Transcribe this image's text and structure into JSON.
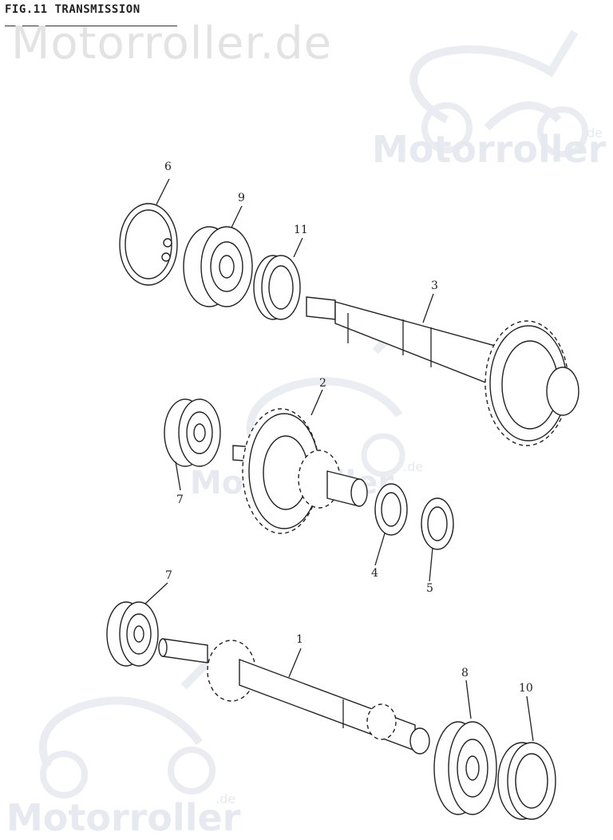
{
  "figure": {
    "title": "FIG.11 TRANSMISSION"
  },
  "watermarks": {
    "top_text": "Motorroller.de",
    "brand": "Motorroller",
    "suffix": ".de"
  },
  "callouts": {
    "c1": "1",
    "c2": "2",
    "c3": "3",
    "c4": "4",
    "c5": "5",
    "c6": "6",
    "c7a": "7",
    "c7b": "7",
    "c8": "8",
    "c9": "9",
    "c10": "10",
    "c11": "11"
  }
}
